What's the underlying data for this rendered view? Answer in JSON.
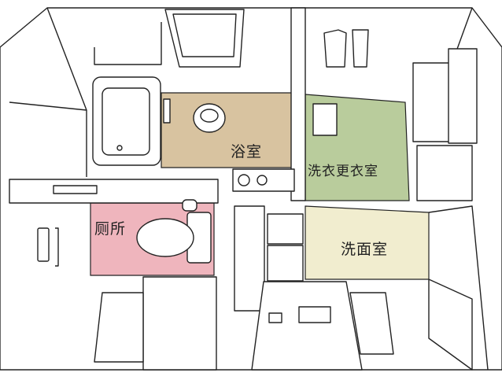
{
  "rooms": {
    "bathroom": {
      "label": "浴室",
      "color": "#d8c3a0"
    },
    "laundry": {
      "label": "洗衣更衣室",
      "color": "#b9cc9c"
    },
    "toilet": {
      "label": "厕所",
      "color": "#efb5bd"
    },
    "washroom": {
      "label": "洗面室",
      "color": "#f1edcf"
    }
  }
}
